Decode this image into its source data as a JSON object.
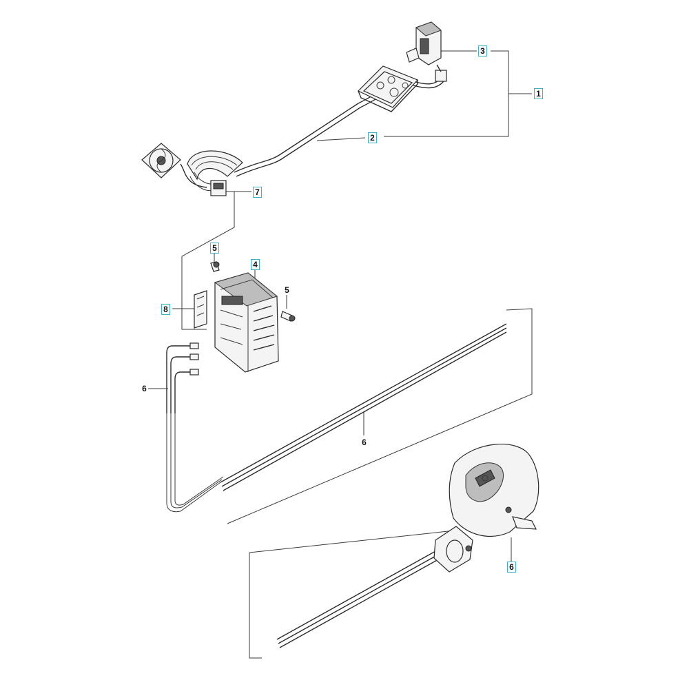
{
  "diagram": {
    "accent_color": "#3fb0c9",
    "callouts": [
      {
        "id": "c1",
        "label": "1",
        "boxed": true
      },
      {
        "id": "c2",
        "label": "2",
        "boxed": true
      },
      {
        "id": "c3",
        "label": "3",
        "boxed": true
      },
      {
        "id": "c4",
        "label": "4",
        "boxed": true
      },
      {
        "id": "c5a",
        "label": "5",
        "boxed": true
      },
      {
        "id": "c5b",
        "label": "5",
        "boxed": false
      },
      {
        "id": "c6a",
        "label": "6",
        "boxed": false
      },
      {
        "id": "c6b",
        "label": "6",
        "boxed": false
      },
      {
        "id": "c6c",
        "label": "6",
        "boxed": true
      },
      {
        "id": "c7",
        "label": "7",
        "boxed": true
      },
      {
        "id": "c8",
        "label": "8",
        "boxed": true
      }
    ]
  }
}
